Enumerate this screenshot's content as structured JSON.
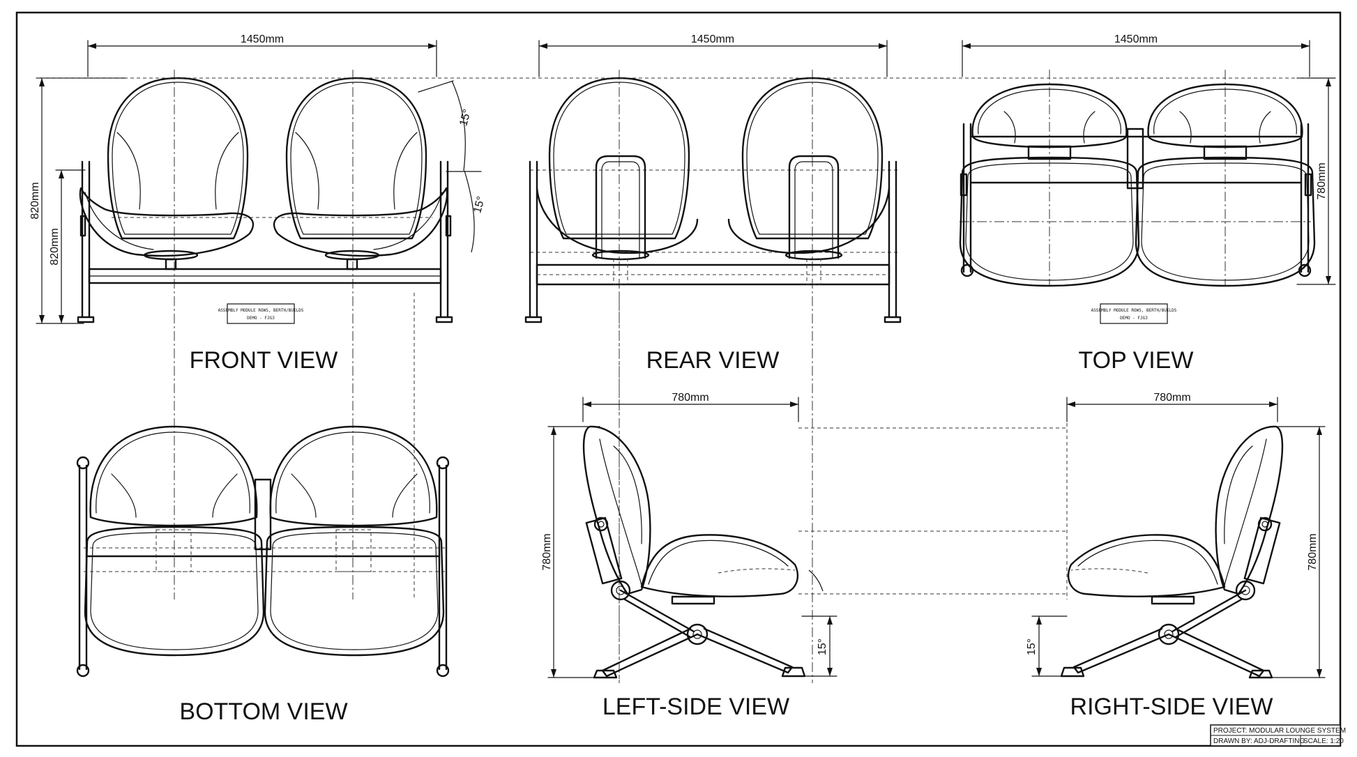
{
  "views": {
    "front": "FRONT VIEW",
    "rear": "REAR VIEW",
    "top": "TOP VIEW",
    "bottom": "BOTTOM VIEW",
    "left": "LEFT-SIDE VIEW",
    "right": "RIGHT-SIDE VIEW"
  },
  "dimensions": {
    "front_width": "1450mm",
    "rear_width": "1450mm",
    "top_width": "1450mm",
    "front_height_outer": "820mm",
    "front_height_inner": "820mm",
    "angle_upper": "15°",
    "angle_lower": "15°",
    "top_depth": "780mm",
    "left_width": "780mm",
    "left_height": "780mm",
    "left_angle": "15°",
    "right_width": "780mm",
    "right_height": "780mm",
    "right_angle": "15°"
  },
  "plate": {
    "line1": "ASSEMBLY MODULE ROWS, BERTH/BUILDS",
    "line2": "DEMO - FJG3"
  },
  "title_block": {
    "project": "PROJECT: MODULAR LOUNGE SYSTEM",
    "drawn_by": "DRAWN BY: ADJ-DRAFTING",
    "scale": "SCALE: 1:20"
  }
}
